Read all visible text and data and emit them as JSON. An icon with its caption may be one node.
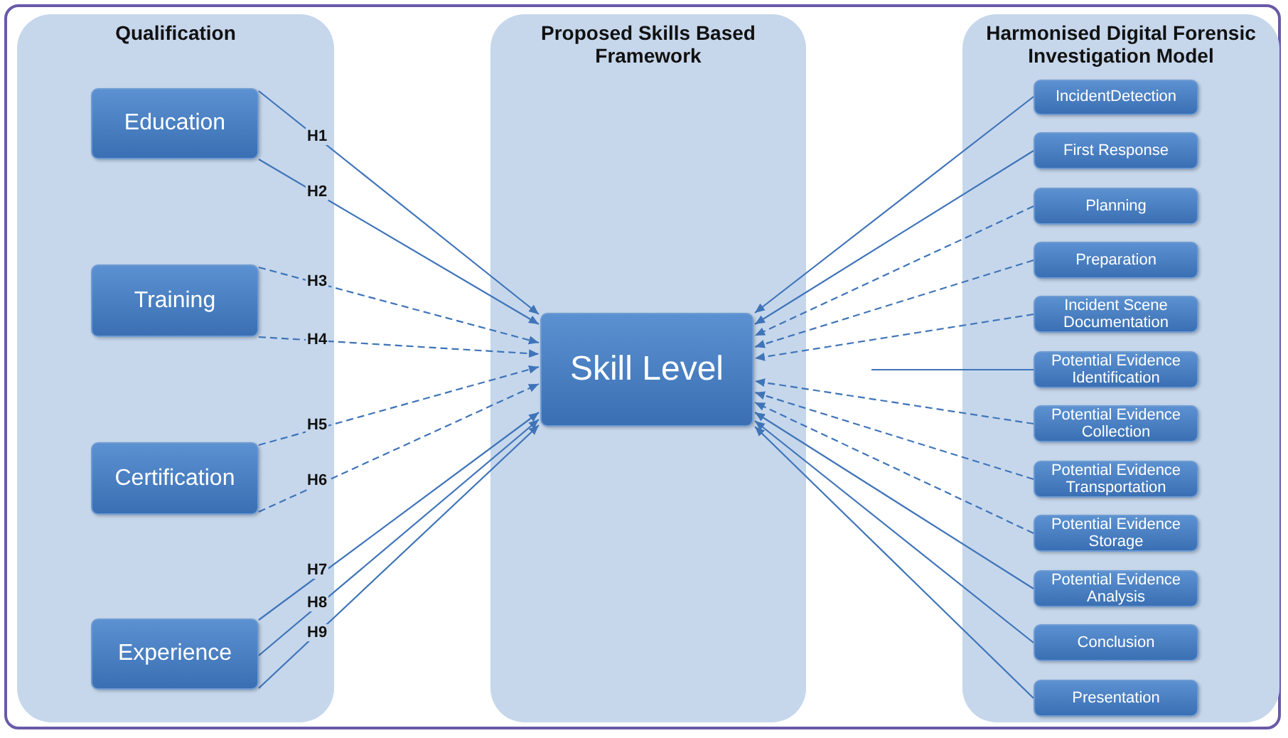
{
  "diagram": {
    "nodes": [
      {
        "text": [
          "Qualification"
        ]
      },
      {
        "text": [
          "Education"
        ],
        "in": 0
      },
      {
        "text": [
          "Training"
        ],
        "in": 0
      },
      {
        "text": [
          "Certification"
        ],
        "in": 0
      },
      {
        "text": [
          "Experience"
        ],
        "in": 0
      },
      {
        "text": [
          "Proposed Skills Based Framework"
        ]
      },
      {
        "text": [
          "Skill Level"
        ],
        "in": 5
      },
      {
        "text": [
          "Harmonised Digital Forensic Investigation Model"
        ]
      },
      {
        "text": [
          "IncidentDetection"
        ],
        "in": 7
      },
      {
        "text": [
          "First Response"
        ],
        "in": 7
      },
      {
        "text": [
          "Planning"
        ],
        "in": 7
      },
      {
        "text": [
          "Preparation"
        ],
        "in": 7
      },
      {
        "text": [
          "Incident Scene Documentation"
        ],
        "in": 7
      },
      {
        "text": [
          "Potential Evidence Identification"
        ],
        "in": 7
      },
      {
        "text": [
          "Potential Evidence Collection"
        ],
        "in": 7
      },
      {
        "text": [
          "Potential Evidence Transportation"
        ],
        "in": 7
      },
      {
        "text": [
          "Potential Evidence Storage"
        ],
        "in": 7
      },
      {
        "text": [
          "Potential Evidence Analysis"
        ],
        "in": 7
      },
      {
        "text": [
          "Conclusion"
        ],
        "in": 7
      },
      {
        "text": [
          "Presentation"
        ],
        "in": 7
      }
    ],
    "edges": [
      {
        "from": 1,
        "to": 6,
        "arrow": "to",
        "label": "H1"
      },
      {
        "from": 1,
        "to": 6,
        "arrow": "to",
        "label": "H2"
      },
      {
        "from": 2,
        "to": 6,
        "arrow": "to",
        "label": "H3",
        "style": "dashed"
      },
      {
        "from": 2,
        "to": 6,
        "arrow": "to",
        "label": "H4",
        "style": "dashed"
      },
      {
        "from": 3,
        "to": 6,
        "arrow": "to",
        "label": "H5",
        "style": "dashed"
      },
      {
        "from": 3,
        "to": 6,
        "arrow": "to",
        "label": "H6",
        "style": "dashed"
      },
      {
        "from": 4,
        "to": 6,
        "arrow": "to",
        "label": "H7"
      },
      {
        "from": 4,
        "to": 6,
        "arrow": "to",
        "label": "H8"
      },
      {
        "from": 4,
        "to": 6,
        "arrow": "to",
        "label": "H9"
      },
      {
        "from": 8,
        "to": 6,
        "arrow": "to"
      },
      {
        "from": 9,
        "to": 6,
        "arrow": "to"
      },
      {
        "from": 10,
        "to": 6,
        "arrow": "to",
        "style": "dashed"
      },
      {
        "from": 11,
        "to": 6,
        "arrow": "to",
        "style": "dashed"
      },
      {
        "from": 12,
        "to": 6,
        "arrow": "to",
        "style": "dashed"
      },
      {
        "from": 13,
        "to": null,
        "arrow": "none"
      },
      {
        "from": 14,
        "to": 6,
        "arrow": "to",
        "style": "dashed"
      },
      {
        "from": 15,
        "to": 6,
        "arrow": "to",
        "style": "dashed"
      },
      {
        "from": 16,
        "to": 6,
        "arrow": "to",
        "style": "dashed"
      },
      {
        "from": 17,
        "to": 6,
        "arrow": "to"
      },
      {
        "from": 18,
        "to": 6,
        "arrow": "to"
      },
      {
        "from": 19,
        "to": 6,
        "arrow": "to"
      }
    ]
  }
}
